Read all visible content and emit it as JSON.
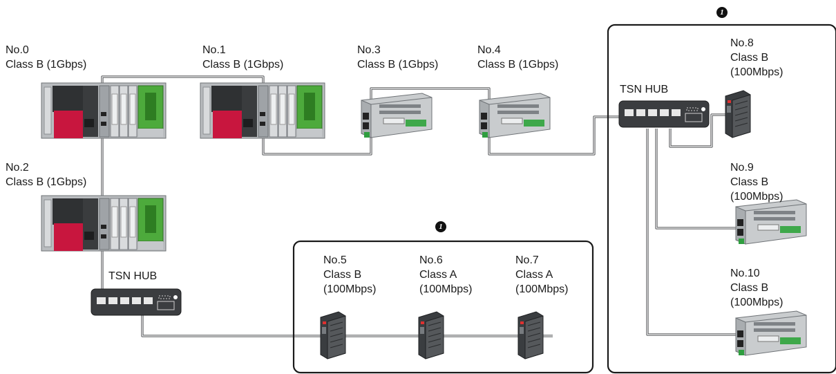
{
  "devices": {
    "n0": {
      "num": "No.0",
      "cls": "Class B (1Gbps)"
    },
    "n1": {
      "num": "No.1",
      "cls": "Class B (1Gbps)"
    },
    "n2": {
      "num": "No.2",
      "cls": "Class B (1Gbps)"
    },
    "n3": {
      "num": "No.3",
      "cls": "Class B (1Gbps)"
    },
    "n4": {
      "num": "No.4",
      "cls": "Class B (1Gbps)"
    },
    "n5": {
      "num": "No.5",
      "cls": "Class B",
      "speed": "(100Mbps)"
    },
    "n6": {
      "num": "No.6",
      "cls": "Class A",
      "speed": "(100Mbps)"
    },
    "n7": {
      "num": "No.7",
      "cls": "Class A",
      "speed": "(100Mbps)"
    },
    "n8": {
      "num": "No.8",
      "cls": "Class B",
      "speed": "(100Mbps)"
    },
    "n9": {
      "num": "No.9",
      "cls": "Class B",
      "speed": "(100Mbps)"
    },
    "n10": {
      "num": "No.10",
      "cls": "Class B",
      "speed": "(100Mbps)"
    }
  },
  "hubs": {
    "left": "TSN HUB",
    "right": "TSN HUB"
  },
  "callouts": {
    "bottom": "1",
    "right": "1"
  }
}
